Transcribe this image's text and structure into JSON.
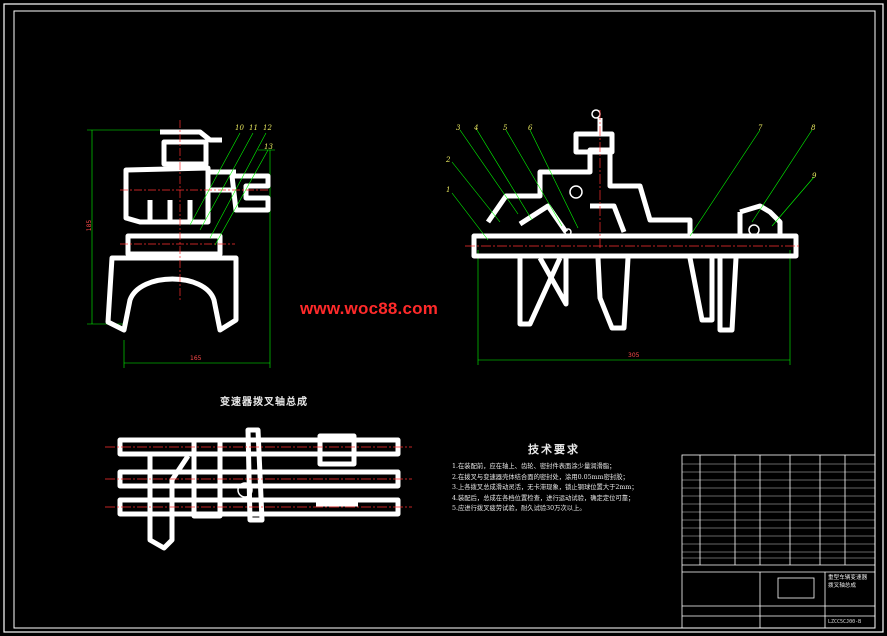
{
  "colors": {
    "background": "#000000",
    "outline": "#ffffff",
    "dimension": "#00ff00",
    "leader": "#00ff00",
    "centerline": "#ff3030",
    "watermark": "#ff2a2a",
    "part_number": "#eaea60"
  },
  "watermark": "www.woc88.com",
  "views": {
    "assembly_title": "变速器拨叉轴总成",
    "left_view_height_dim": "185",
    "left_view_width_dim": "165",
    "front_view_width_dim": "305"
  },
  "part_numbers_left": [
    "10",
    "11",
    "12",
    "13"
  ],
  "part_numbers_front": [
    "1",
    "2",
    "3",
    "4",
    "5",
    "6",
    "7",
    "8",
    "9"
  ],
  "technical_requirements": {
    "title": "技术要求",
    "items": [
      "1.在装配前，应在轴上、齿轮、密封件表面涂少量润滑脂；",
      "2.在拨叉与变速器壳体结合面的密封处，涂用0.05mm密封胶；",
      "3.上各拨叉总成滑动灵活，无卡滞现象，锁止钢球位置大于2mm；",
      "4.装配后，总成在各档位置检查，进行运动试验，确定定位可靠；",
      "5.应进行拨叉疲劳试验，耐久试验30万次以上。"
    ]
  },
  "title_block": {
    "drawing_no": "LZCC5CJ00-B",
    "title_line1": "重型车辆变速器",
    "title_line2": "拨叉轴总成"
  }
}
